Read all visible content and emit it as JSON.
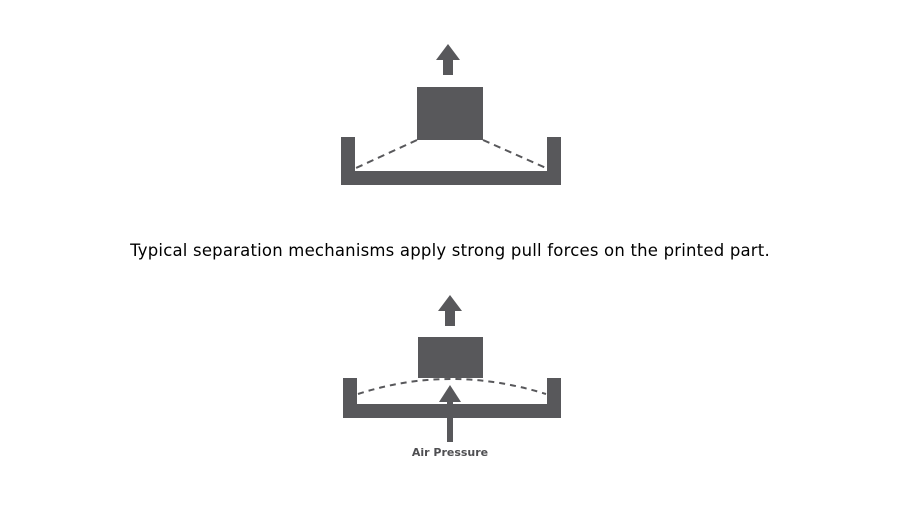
{
  "page": {
    "background_color": "#ffffff",
    "shape_color": "#58585b",
    "text_color": "#000000"
  },
  "caption": "Typical separation mechanisms apply strong pull forces on the printed part.",
  "top_diagram": {
    "description": "printed part pulled upward off vat with peel forces shown as dashed lines"
  },
  "bottom_diagram": {
    "air_pressure_label": "Air Pressure",
    "description": "printed part lifted while air pressure pushes membrane upward shown as dashed arc"
  }
}
